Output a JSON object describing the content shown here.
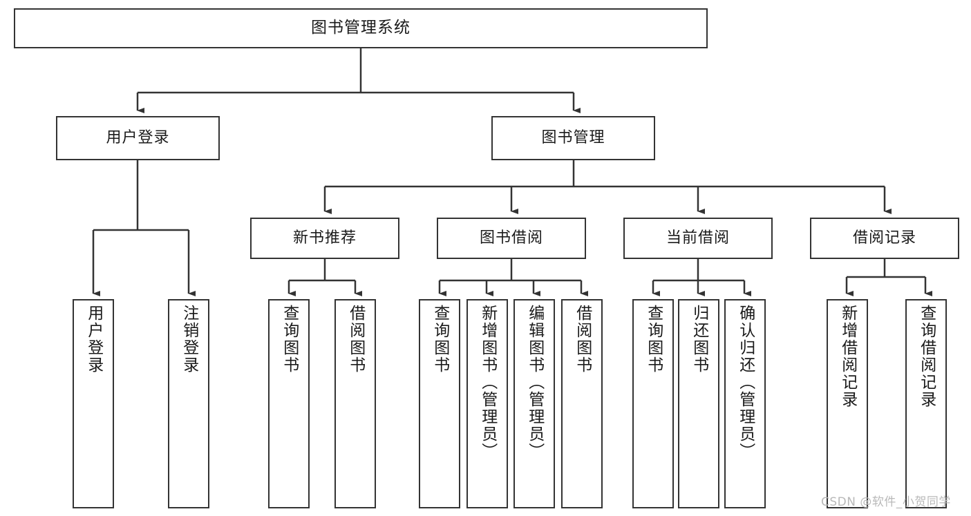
{
  "diagram": {
    "title": "图书管理系统",
    "type": "tree-hierarchy-chart",
    "colors": {
      "box_border": "#333333",
      "box_fill": "#ffffff",
      "edge": "#333333",
      "text": "#1a1a1a",
      "watermark": "#b9b9b9"
    },
    "root": {
      "label": "图书管理系统"
    },
    "level2": [
      {
        "label": "用户登录"
      },
      {
        "label": "图书管理"
      }
    ],
    "level3": [
      {
        "label": "新书推荐"
      },
      {
        "label": "图书借阅"
      },
      {
        "label": "当前借阅"
      },
      {
        "label": "借阅记录"
      }
    ],
    "leaves": {
      "user_login": [
        {
          "label": "用户登录"
        },
        {
          "label": "注销登录"
        }
      ],
      "new_book_recommend": [
        {
          "label": "查询图书"
        },
        {
          "label": "借阅图书"
        }
      ],
      "book_borrow": [
        {
          "label": "查询图书"
        },
        {
          "label": "新增图书（管理员）"
        },
        {
          "label": "编辑图书（管理员）"
        },
        {
          "label": "借阅图书"
        }
      ],
      "current_borrow": [
        {
          "label": "查询图书"
        },
        {
          "label": "归还图书"
        },
        {
          "label": "确认归还（管理员）"
        }
      ],
      "borrow_records": [
        {
          "label": "新增借阅记录"
        },
        {
          "label": "查询借阅记录"
        }
      ]
    }
  },
  "watermark": {
    "text": "CSDN @软件_小贺同学"
  }
}
